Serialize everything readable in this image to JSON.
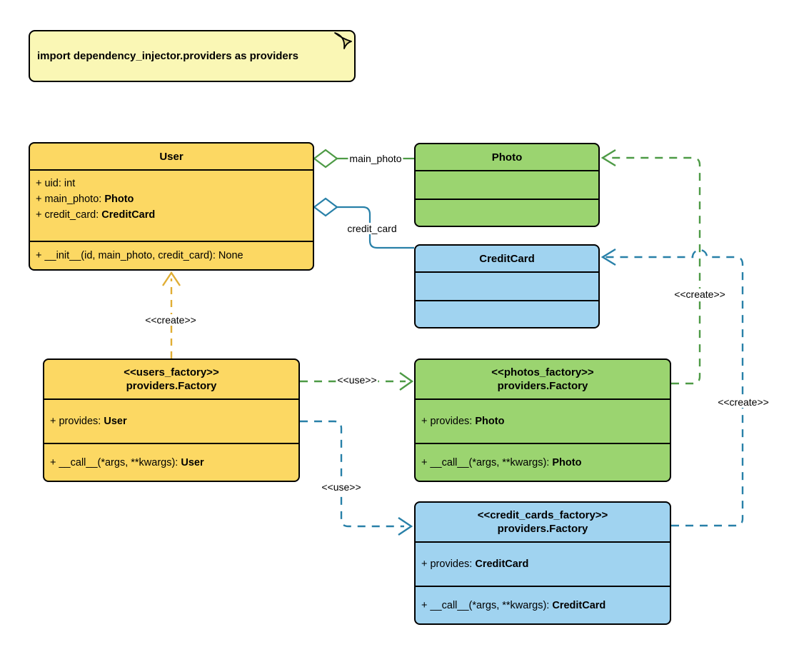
{
  "note": {
    "text": "import dependency_injector.providers as providers"
  },
  "classes": {
    "user": {
      "title": "User",
      "attributes": [
        {
          "text": "+ uid: int",
          "type": ""
        },
        {
          "text": "+ main_photo: ",
          "type": "Photo"
        },
        {
          "text": "+ credit_card: ",
          "type": "CreditCard"
        }
      ],
      "methods": [
        {
          "text": "+ __init__(id, main_photo, credit_card): None",
          "type": ""
        }
      ]
    },
    "photo": {
      "title": "Photo"
    },
    "credit_card": {
      "title": "CreditCard"
    },
    "users_factory": {
      "stereotype": "<<users_factory>>",
      "title": "providers.Factory",
      "attributes": [
        {
          "text": "+ provides: ",
          "type": "User"
        }
      ],
      "methods": [
        {
          "text": "+ __call__(*args, **kwargs): ",
          "type": "User"
        }
      ]
    },
    "photos_factory": {
      "stereotype": "<<photos_factory>>",
      "title": "providers.Factory",
      "attributes": [
        {
          "text": "+ provides: ",
          "type": "Photo"
        }
      ],
      "methods": [
        {
          "text": "+ __call__(*args, **kwargs): ",
          "type": "Photo"
        }
      ]
    },
    "credit_cards_factory": {
      "stereotype": "<<credit_cards_factory>>",
      "title": "providers.Factory",
      "attributes": [
        {
          "text": "+ provides: ",
          "type": "CreditCard"
        }
      ],
      "methods": [
        {
          "text": "+ __call__(*args, **kwargs): ",
          "type": "CreditCard"
        }
      ]
    }
  },
  "edge_labels": {
    "main_photo": "main_photo",
    "credit_card": "credit_card",
    "create": "<<create>>",
    "use": "<<use>>"
  },
  "colors": {
    "user_fill": "#FCD863",
    "photo_fill": "#9BD470",
    "credit_card_fill": "#A0D3F0",
    "note_fill": "#FAF7B5",
    "gold_stroke": "#E0AE34",
    "green_stroke": "#4D9A45",
    "blue_stroke": "#2880A8",
    "border": "#000000"
  }
}
